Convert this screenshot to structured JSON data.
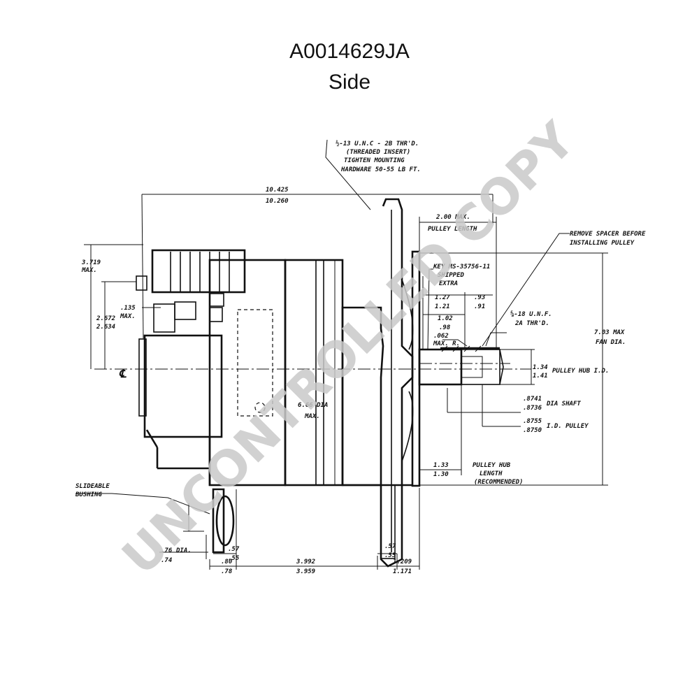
{
  "header": {
    "part_number": "A0014629JA",
    "view": "Side"
  },
  "watermark": "UNCONTROLLED COPY",
  "annotations": {
    "thread_note": [
      "½-13 U.N.C - 2B THR'D.",
      "(THREADED INSERT)",
      "TIGHTEN MOUNTING",
      "HARDWARE  50-55 LB FT."
    ],
    "overall_length": [
      "10.425",
      "10.260"
    ],
    "pulley_length": [
      "2.00 MAX.",
      "PULLEY LENGTH"
    ],
    "spacer_note": [
      "REMOVE SPACER BEFORE",
      "INSTALLING PULLEY"
    ],
    "key_note": [
      "KEY MS-35756-11",
      "SHIPPED",
      "EXTRA"
    ],
    "dim_1_27": [
      "1.27",
      "1.21"
    ],
    "dim_93": [
      ".93",
      ".91"
    ],
    "dim_1_02": [
      "1.02",
      ".98"
    ],
    "thread_pulley": [
      "⅝-18 U.N.F.",
      "2A THR'D."
    ],
    "dim_062": [
      ".062",
      "MAX. R."
    ],
    "hub_id": [
      "1.34",
      "1.41",
      "PULLEY HUB I.D."
    ],
    "shaft_dia": [
      ".8741",
      ".8736",
      "DIA SHAFT"
    ],
    "pulley_id": [
      ".8755",
      ".8750",
      "I.D. PULLEY"
    ],
    "fan_dia": [
      "7.03 MAX",
      "FAN DIA."
    ],
    "body_dia": [
      "6.66 DIA",
      "MAX."
    ],
    "dim_3719": [
      "3.719",
      "MAX."
    ],
    "dim_2672": [
      "2.672",
      "2.634"
    ],
    "dim_135": [
      ".135",
      "MAX."
    ],
    "centerline": "℄",
    "dim_1_33": [
      "1.33",
      "1.30"
    ],
    "hub_length": [
      "PULLEY HUB",
      "LENGTH",
      "(RECOMMENDED)"
    ],
    "bushing": [
      "SLIDEABLE",
      "BUSHING"
    ],
    "bushing_dia": [
      ".76",
      ".74",
      "DIA."
    ],
    "dim_57_left": [
      ".57",
      ".55"
    ],
    "dim_80": [
      ".80",
      ".78"
    ],
    "dim_3992": [
      "3.992",
      "3.959"
    ],
    "dim_57_right": [
      ".57",
      ".55"
    ],
    "dim_1209": [
      "1.209",
      "1.171"
    ]
  }
}
